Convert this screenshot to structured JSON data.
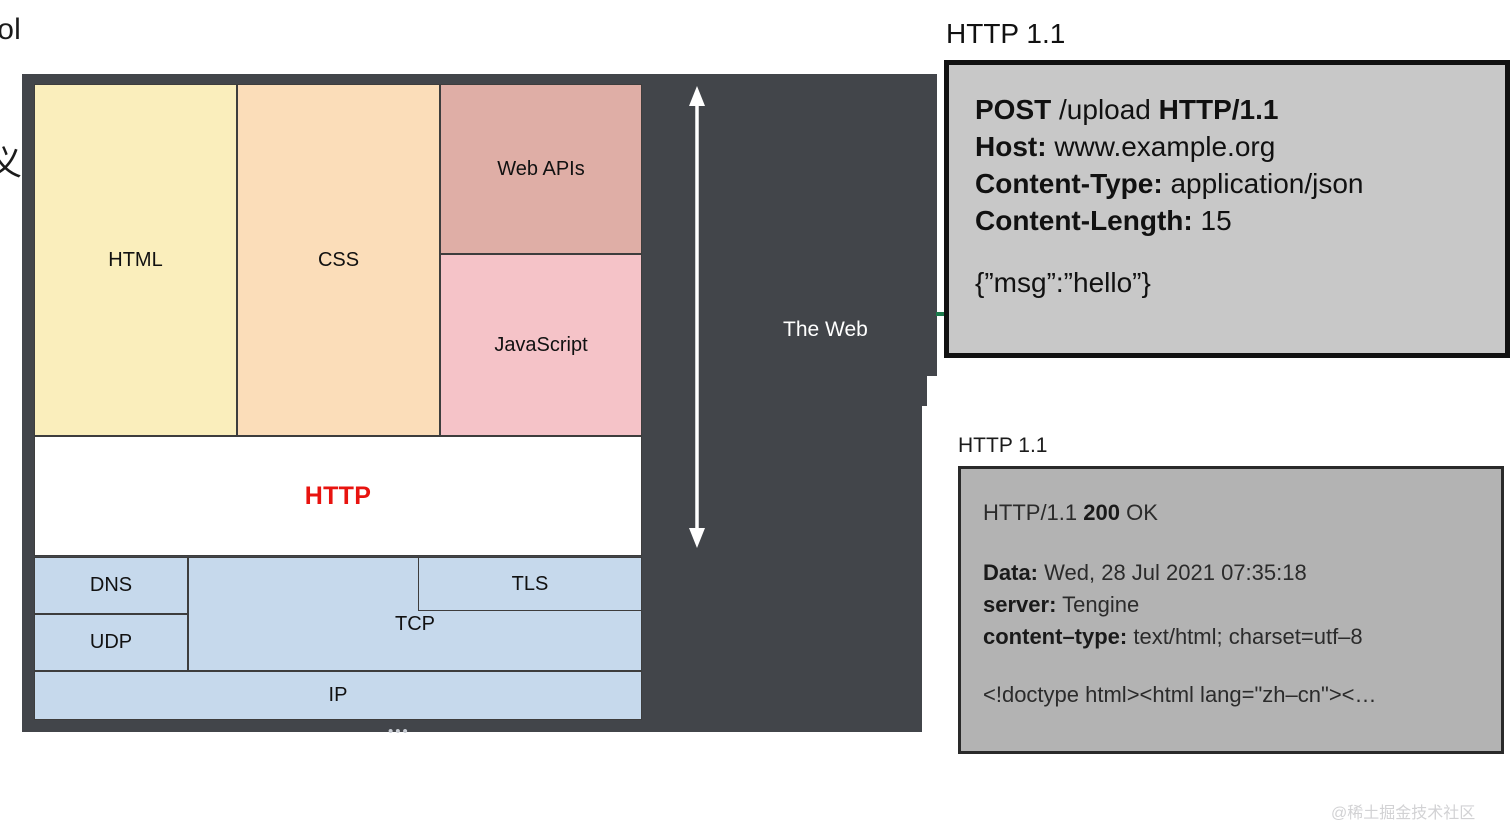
{
  "cut_off_text": {
    "top_left_fragment": "col",
    "left_edge_fragment": "义"
  },
  "stack_diagram": {
    "panel_label": "The Web",
    "arrow_icon": "double-headed-vertical-arrow",
    "ellipsis": "•••",
    "layers": {
      "html": {
        "label": "HTML",
        "color": "#faeebc"
      },
      "css": {
        "label": "CSS",
        "color": "#fbddb9"
      },
      "web_apis": {
        "label": "Web APIs",
        "color": "#dfaea6"
      },
      "javascript": {
        "label": "JavaScript",
        "color": "#f5c3c8"
      },
      "http": {
        "label": "HTTP",
        "color": "#ffffff",
        "text_color": "#e8130f"
      },
      "dns": {
        "label": "DNS",
        "color": "#c6d9ec"
      },
      "udp": {
        "label": "UDP",
        "color": "#c6d9ec"
      },
      "tcp": {
        "label": "TCP",
        "color": "#c6d9ec"
      },
      "tls": {
        "label": "TLS",
        "color": "#c6d9ec"
      },
      "ip": {
        "label": "IP",
        "color": "#c6d9ec"
      }
    },
    "panel_color": "#42454a"
  },
  "http_request": {
    "caption": "HTTP 1.1",
    "line1_method": "POST",
    "line1_path": "/upload",
    "line1_version": "HTTP/1.1",
    "line2_key": "Host:",
    "line2_value": "www.example.org",
    "line3_key": "Content-Type:",
    "line3_value": "application/json",
    "line4_key": "Content-Length:",
    "line4_value": "15",
    "body": "{”msg”:”hello”}",
    "box_color": "#c8c8c8",
    "connector_color": "#1d7a4c"
  },
  "http_response": {
    "caption": "HTTP 1.1",
    "status_version": "HTTP/1.1",
    "status_code": "200",
    "status_text": "OK",
    "line_date_key": "Data:",
    "line_date_value": "Wed, 28 Jul 2021 07:35:18",
    "line_server_key": "server:",
    "line_server_value": "Tengine",
    "line_ctype_key": "content–type:",
    "line_ctype_value": "text/html; charset=utf–8",
    "body": "<!doctype html><html lang=\"zh–cn\"><…",
    "box_color": "#b3b3b3"
  },
  "watermark": {
    "text": "@稀土掘金技术社区"
  }
}
